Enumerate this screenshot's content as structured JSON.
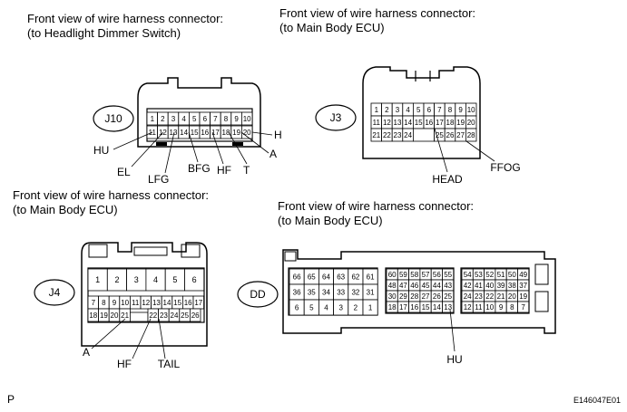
{
  "captions": {
    "j10": [
      "Front view of wire harness connector:",
      "(to Headlight Dimmer Switch)"
    ],
    "j3": [
      "Front view of wire harness connector:",
      "(to Main Body ECU)"
    ],
    "j4": [
      "Front view of wire harness connector:",
      "(to Main Body ECU)"
    ],
    "dd": [
      "Front view of wire harness connector:",
      "(to Main Body ECU)"
    ]
  },
  "connectors": {
    "j10": {
      "name": "J10",
      "pins_top": [
        "1",
        "2",
        "3",
        "4",
        "5",
        "6",
        "7",
        "8",
        "9",
        "10"
      ],
      "pins_bottom": [
        "11",
        "12",
        "13",
        "14",
        "15",
        "16",
        "17",
        "18",
        "19",
        "20"
      ],
      "labels": [
        "HU",
        "EL",
        "LFG",
        "BFG",
        "HF",
        "T",
        "A",
        "H"
      ]
    },
    "j3": {
      "name": "J3",
      "rows": [
        [
          "1",
          "2",
          "3",
          "4",
          "5",
          "6",
          "7",
          "8",
          "9",
          "10"
        ],
        [
          "11",
          "12",
          "13",
          "14",
          "15",
          "16",
          "17",
          "18",
          "19",
          "20"
        ],
        [
          "21",
          "22",
          "23",
          "24",
          "",
          "",
          "25",
          "26",
          "27",
          "28"
        ]
      ],
      "labels": [
        "HEAD",
        "FFOG"
      ]
    },
    "j4": {
      "name": "J4",
      "big_pins": [
        "1",
        "2",
        "3",
        "4",
        "5",
        "6"
      ],
      "row2": [
        "7",
        "8",
        "9",
        "10",
        "11",
        "12",
        "13",
        "14",
        "15",
        "16",
        "17"
      ],
      "row3": [
        "18",
        "19",
        "20",
        "21",
        "",
        "22",
        "23",
        "24",
        "25",
        "26"
      ],
      "labels": [
        "A",
        "HF",
        "TAIL"
      ]
    },
    "dd": {
      "name": "DD",
      "left_rows": [
        [
          "66",
          "65",
          "64",
          "63",
          "62",
          "61"
        ],
        [
          "36",
          "35",
          "34",
          "33",
          "32",
          "31"
        ],
        [
          "6",
          "5",
          "4",
          "3",
          "2",
          "1"
        ]
      ],
      "mid_rows": [
        [
          "60",
          "59",
          "58",
          "57",
          "56",
          "55"
        ],
        [
          "48",
          "47",
          "46",
          "45",
          "44",
          "43"
        ],
        [
          "30",
          "29",
          "28",
          "27",
          "26",
          "25"
        ],
        [
          "18",
          "17",
          "16",
          "15",
          "14",
          "13"
        ]
      ],
      "right_rows": [
        [
          "54",
          "53",
          "52",
          "51",
          "50",
          "49"
        ],
        [
          "42",
          "41",
          "40",
          "39",
          "38",
          "37"
        ],
        [
          "24",
          "23",
          "22",
          "21",
          "20",
          "19"
        ],
        [
          "12",
          "11",
          "10",
          "9",
          "8",
          "7"
        ]
      ],
      "labels": [
        "HU"
      ]
    }
  },
  "footer": {
    "left": "P",
    "right": "E146047E01"
  }
}
